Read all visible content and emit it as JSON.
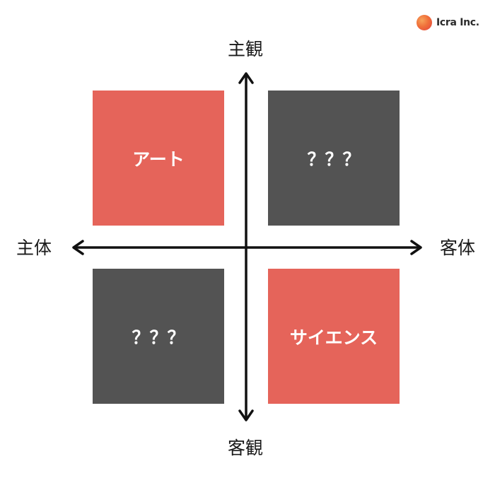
{
  "brand": {
    "logo_text": "Icra Inc.",
    "colors": {
      "accent": "#e5645a",
      "dark": "#535353",
      "axis": "#111111"
    }
  },
  "axes": {
    "top": "主観",
    "bottom": "客観",
    "left": "主体",
    "right": "客体"
  },
  "quadrants": {
    "top_left": "アート",
    "top_right": "？？？",
    "bottom_left": "？？？",
    "bottom_right": "サイエンス"
  }
}
